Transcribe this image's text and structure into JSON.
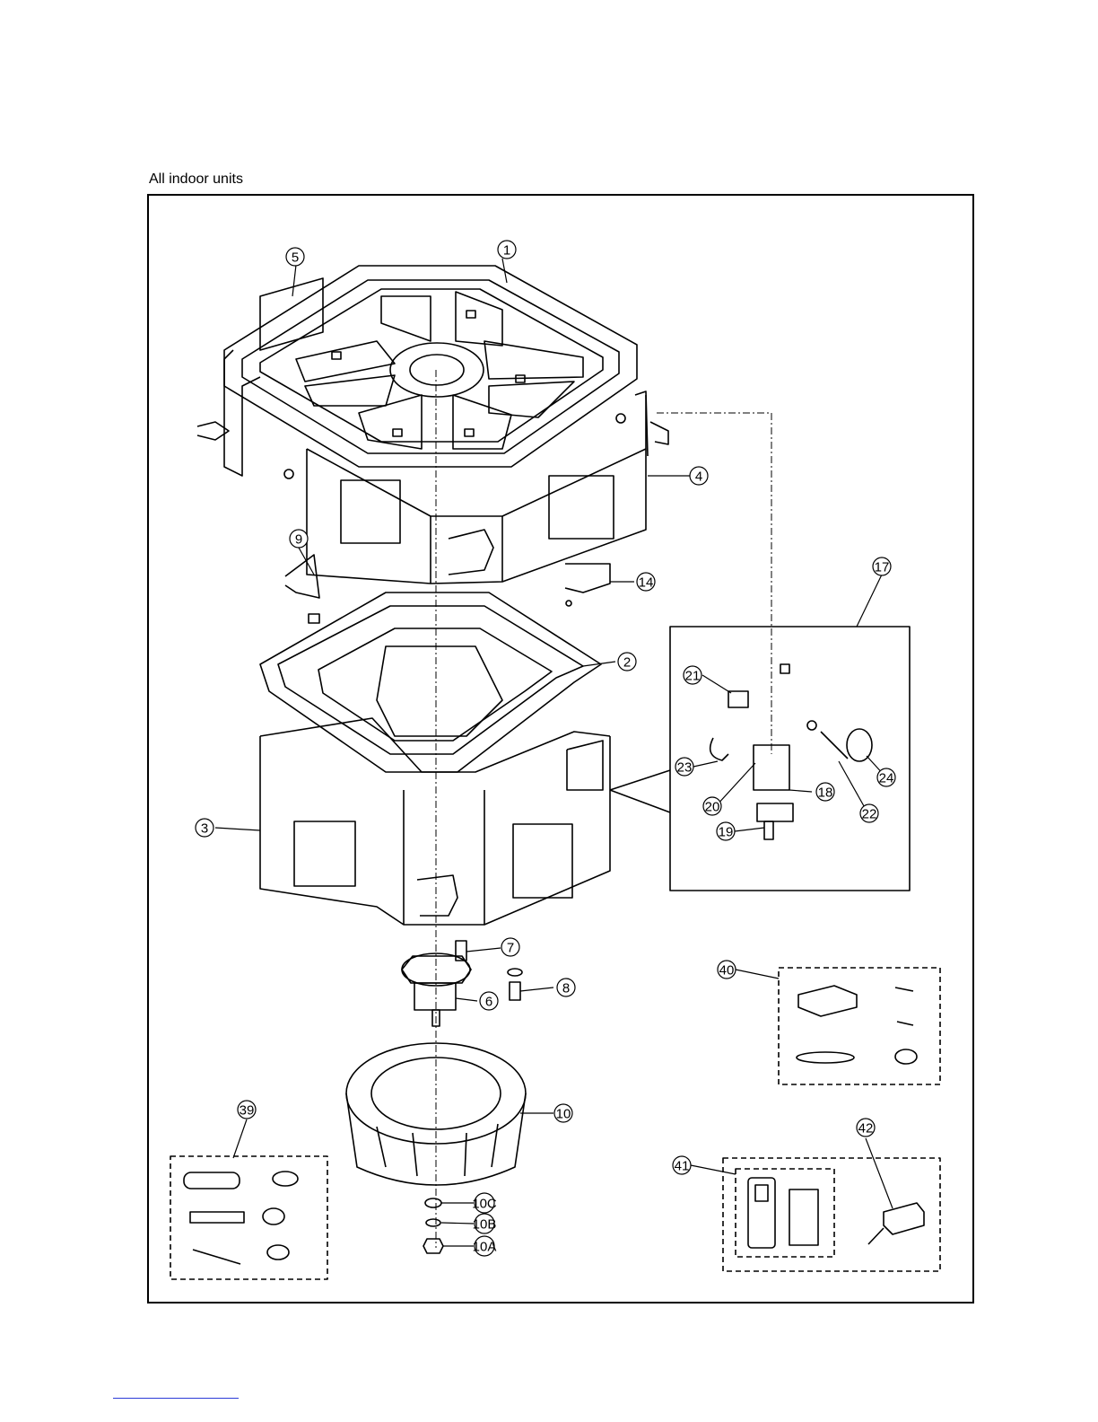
{
  "caption": "All indoor units",
  "callouts": [
    {
      "id": "c1",
      "label": "1"
    },
    {
      "id": "c2",
      "label": "2"
    },
    {
      "id": "c3",
      "label": "3"
    },
    {
      "id": "c4",
      "label": "4"
    },
    {
      "id": "c5",
      "label": "5"
    },
    {
      "id": "c6",
      "label": "6"
    },
    {
      "id": "c7",
      "label": "7"
    },
    {
      "id": "c8",
      "label": "8"
    },
    {
      "id": "c9",
      "label": "9"
    },
    {
      "id": "c10",
      "label": "10"
    },
    {
      "id": "c10a",
      "label": "10A"
    },
    {
      "id": "c10b",
      "label": "10B"
    },
    {
      "id": "c10c",
      "label": "10C"
    },
    {
      "id": "c14",
      "label": "14"
    },
    {
      "id": "c17",
      "label": "17"
    },
    {
      "id": "c18",
      "label": "18"
    },
    {
      "id": "c19",
      "label": "19"
    },
    {
      "id": "c20",
      "label": "20"
    },
    {
      "id": "c21",
      "label": "21"
    },
    {
      "id": "c22",
      "label": "22"
    },
    {
      "id": "c23",
      "label": "23"
    },
    {
      "id": "c24",
      "label": "24"
    },
    {
      "id": "c39",
      "label": "39"
    },
    {
      "id": "c40",
      "label": "40"
    },
    {
      "id": "c41",
      "label": "41"
    },
    {
      "id": "c42",
      "label": "42"
    }
  ]
}
